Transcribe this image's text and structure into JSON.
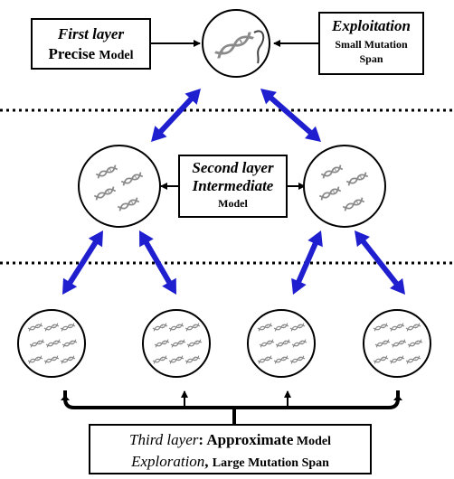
{
  "boxes": {
    "first_layer": {
      "title": "First layer",
      "precise": "Precise",
      "model": "Model"
    },
    "exploitation": {
      "title": "Exploitation",
      "line1": "Small Mutation",
      "line2": "Span"
    },
    "second_layer": {
      "title": "Second layer",
      "subtitle": "Intermediate",
      "model": "Model"
    },
    "third_layer": {
      "title": "Third layer",
      "colon": ": ",
      "approximate": "Approximate",
      "model": " Model",
      "exploration": "Exploration",
      "comma": ", ",
      "span": "Large Mutation Span"
    }
  },
  "nodes": {
    "layer1": {
      "count": 1,
      "helices_per_node": 1
    },
    "layer2": {
      "count": 2,
      "helices_per_node": 4
    },
    "layer3": {
      "count": 4,
      "helices_per_node": 9
    }
  },
  "colors": {
    "blue_arrow": "#1f1fd0",
    "black": "#000000",
    "dna_gray": "#8a8a8a"
  }
}
